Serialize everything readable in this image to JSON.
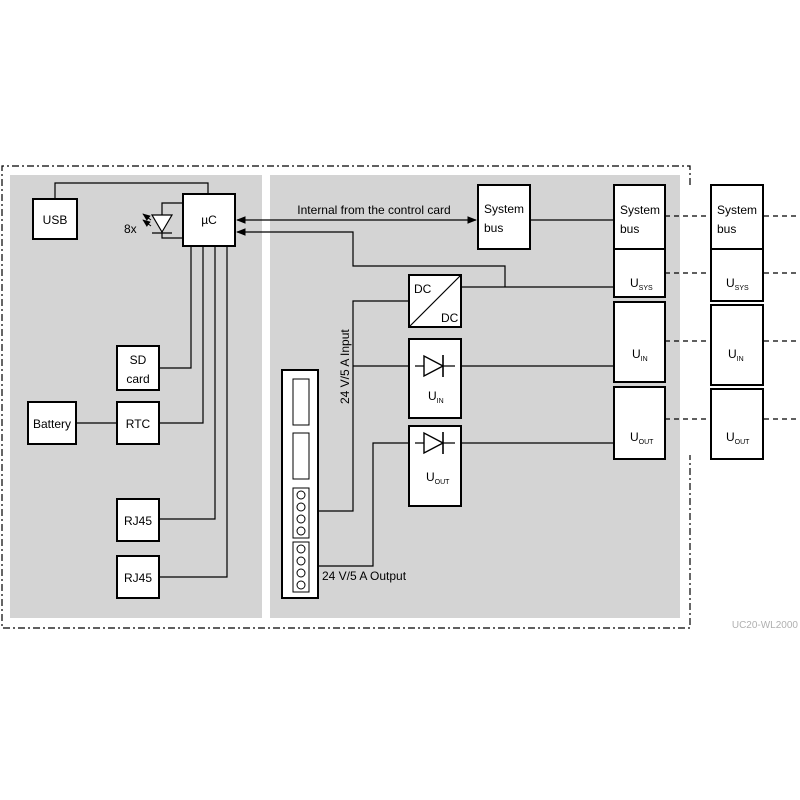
{
  "diagram": {
    "watermark": "UC20-WL2000",
    "left": {
      "usb": "USB",
      "uc": "µC",
      "led_count": "8x",
      "sd_line1": "SD",
      "sd_line2": "card",
      "battery": "Battery",
      "rtc": "RTC",
      "rj45_1": "RJ45",
      "rj45_2": "RJ45"
    },
    "right": {
      "internal_label": "Internal from the control card",
      "sysbus_line1": "System",
      "sysbus_line2": "bus",
      "dcdc_in": "DC",
      "dcdc_out": "DC",
      "uin_main": "U",
      "uin_sub": "IN",
      "uout_main": "U",
      "uout_sub": "OUT",
      "input_label": "24 V/5 A Input",
      "output_label": "24 V/5 A Output"
    },
    "rail": {
      "sysbus_line1": "System",
      "sysbus_line2": "bus",
      "usys_main": "U",
      "usys_sub": "SYS",
      "uin_main": "U",
      "uin_sub": "IN",
      "uout_main": "U",
      "uout_sub": "OUT"
    },
    "ext": {
      "sysbus_line1": "System",
      "sysbus_line2": "bus",
      "usys_main": "U",
      "usys_sub": "SYS",
      "uin_main": "U",
      "uin_sub": "IN",
      "uout_main": "U",
      "uout_sub": "OUT"
    }
  }
}
